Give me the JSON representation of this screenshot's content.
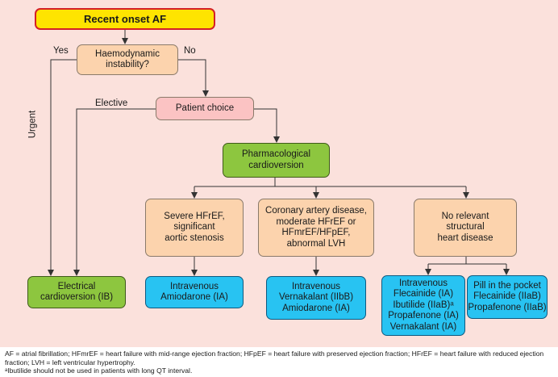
{
  "nodes": {
    "start": "Recent onset AF",
    "instability": "Haemodynamic\ninstability?",
    "patient_choice": "Patient choice",
    "pharma": "Pharmacological\ncardioversion",
    "severe": "Severe HFrEF,\nsignificant\naortic stenosis",
    "cad": "Coronary artery disease,\nmoderate HFrEF or\nHFmrEF/HFpEF,\nabnormal LVH",
    "no_disease": "No relevant\nstructural\nheart disease",
    "electrical": "Electrical\ncardioversion (IB)",
    "amiodarone": "Intravenous\nAmiodarone (IA)",
    "vernakalant": "Intravenous\nVernakalant (IIbB)\nAmiodarone (IA)",
    "iv_list": "Intravenous\nFlecainide (IA)\nIbutilide (IIaB)ᵃ\nPropafenone (IA)\nVernakalant (IA)",
    "pill": "Pill in the pocket\nFlecainide (IIaB)\nPropafenone (IIaB)"
  },
  "edge_labels": {
    "yes": "Yes",
    "no": "No",
    "urgent": "Urgent",
    "elective": "Elective"
  },
  "footnotes": {
    "line1": "AF = atrial fibrillation; HFmrEF = heart failure with mid-range ejection fraction; HFpEF = heart failure with preserved ejection fraction; HFrEF = heart failure with reduced ejection fraction; LVH = left ventricular hypertrophy.",
    "line2": "ᵃIbutilide should not be used in patients with long QT interval."
  },
  "colors": {
    "background": "#fbe1dc",
    "decision": "#fcd3ad",
    "choice": "#fbc3c3",
    "action": "#8dc63f",
    "drug": "#28c3f2",
    "start": "#fee400",
    "start_border": "#d42027"
  }
}
